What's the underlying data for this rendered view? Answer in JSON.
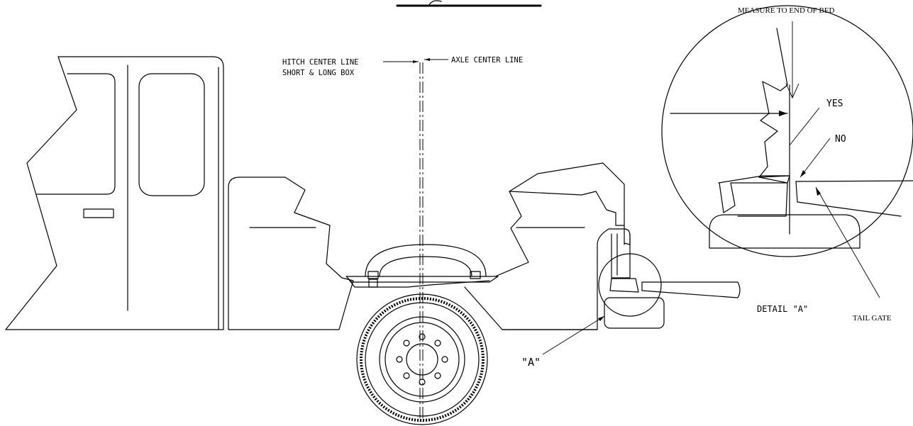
{
  "labels": {
    "hitch_center_line": "HITCH CENTER LINE",
    "short_long_box": "SHORT & LONG BOX",
    "axle_center_line": "AXLE CENTER LINE",
    "measure_to_end_of_bed": "MEASURE TO END OF BED",
    "yes": "YES",
    "no": "NO",
    "detail_a": "DETAIL \"A\"",
    "tail_gate": "TAIL GATE",
    "a_callout": "\"A\""
  }
}
